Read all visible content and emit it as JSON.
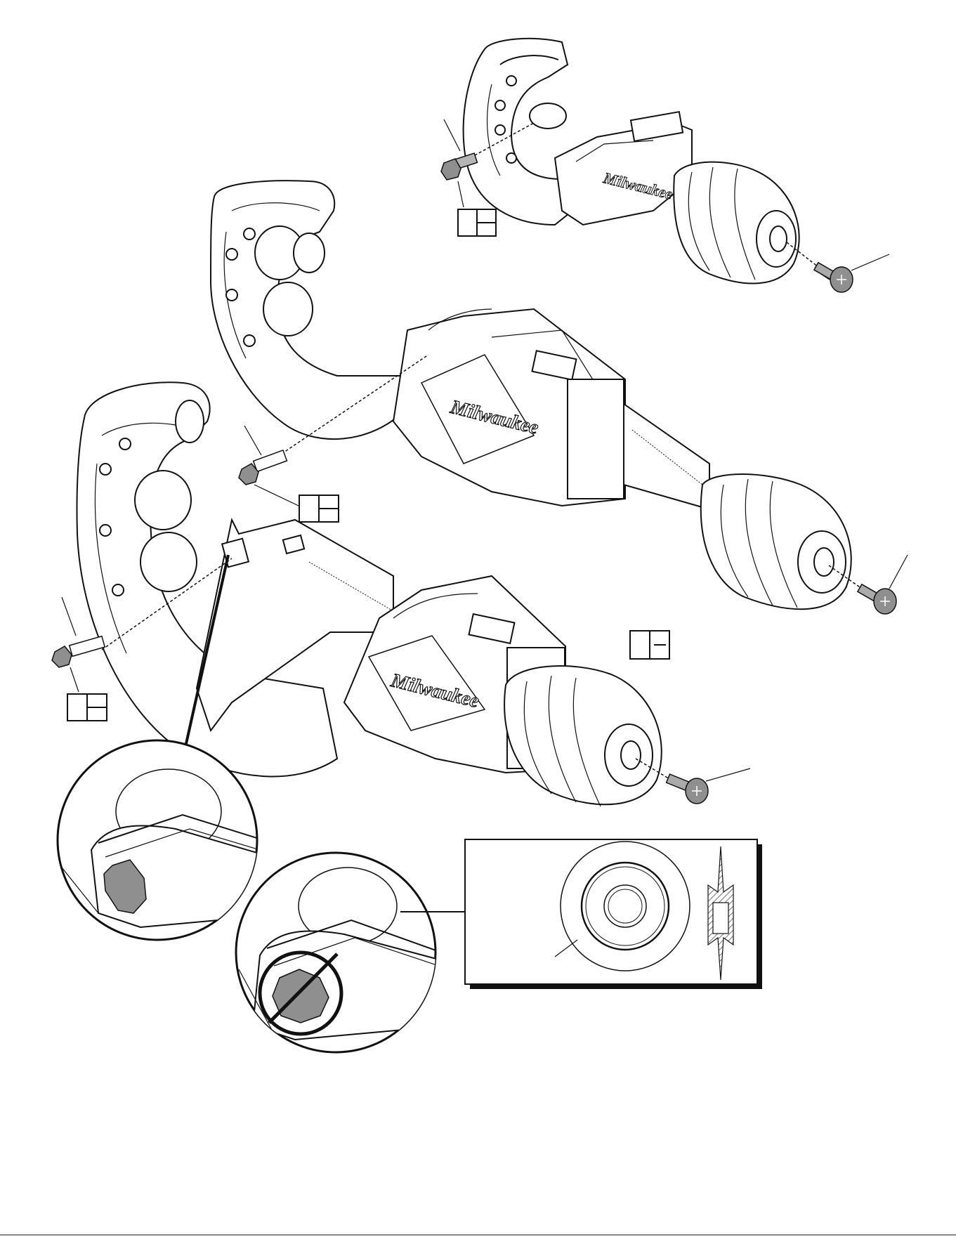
{
  "diagram": {
    "brand_text": "Milwaukee",
    "colors": {
      "line": "#111111",
      "part_fill": "#9a9a9a",
      "hex_fill": "#8f8f8f",
      "background": "#ffffff"
    },
    "tools": [
      {
        "id": "small-cutter"
      },
      {
        "id": "medium-cutter"
      },
      {
        "id": "large-cutter"
      }
    ],
    "callout_boxes": 4,
    "details": [
      {
        "id": "correct-install-detail"
      },
      {
        "id": "incorrect-install-detail"
      },
      {
        "id": "cutter-wheel-inset"
      }
    ]
  }
}
